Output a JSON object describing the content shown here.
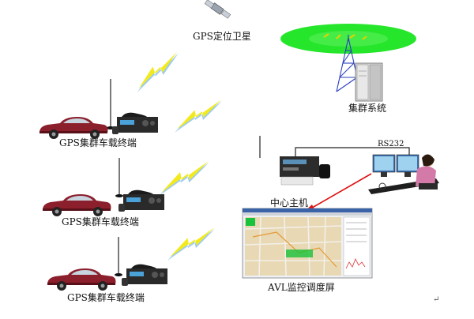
{
  "labels": {
    "satellite": "GPS定位卫星",
    "trunk_system": "集群系统",
    "vehicle_terminal_1": "GPS集群车载终端",
    "vehicle_terminal_2": "GPS集群车载终端",
    "vehicle_terminal_3": "GPS集群车载终端",
    "rs232": "RS232",
    "center_host": "中心主机",
    "avl_screen": "AVL监控调度屏",
    "return_mark": "↵"
  },
  "colors": {
    "lightning": "#f2ea1c",
    "lightning_glow": "#9ecbf0",
    "coverage": "#25e62b",
    "tower": "#2c3fbf",
    "car": "#8c1f2c",
    "arrow": "#e01010",
    "map_green": "#18c23a"
  }
}
